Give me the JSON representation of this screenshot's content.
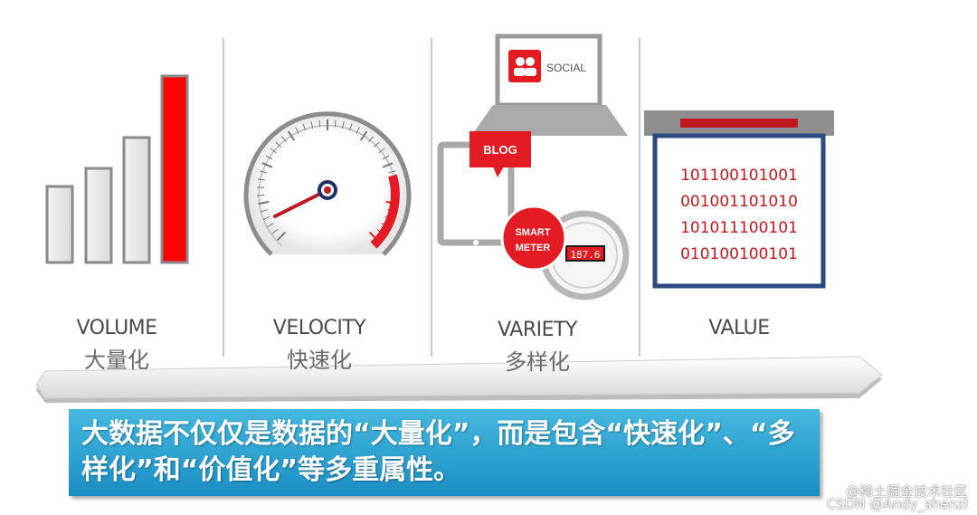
{
  "panels": [
    {
      "label": "VOLUME",
      "sub": "大量化"
    },
    {
      "label": "VELOCITY",
      "sub": "快速化"
    },
    {
      "label": "VARIETY",
      "sub": "多样化"
    },
    {
      "label": "VALUE",
      "sub": ""
    }
  ],
  "variety": {
    "social_label": "SOCIAL",
    "blog_label": "BLOG",
    "meter_label_1": "SMART",
    "meter_label_2": "METER",
    "meter_reading": "187.6"
  },
  "value": {
    "binary_rows": [
      "101100101001",
      "001001101010",
      "101011100101",
      "010100100101"
    ]
  },
  "banner": {
    "text": "大数据不仅仅是数据的“大量化”，而是包含“快速化”、“多样化”和“价值化”等多重属性。"
  },
  "watermark": {
    "line1": "@稀土掘金技术社区",
    "line2": "CSDN @Andy_shenzl"
  },
  "colors": {
    "accent_red": "#e41b23",
    "banner_blue": "#2aa3d5",
    "divider_blue": "#b9cce3",
    "value_frame_blue": "#2a4a80"
  }
}
